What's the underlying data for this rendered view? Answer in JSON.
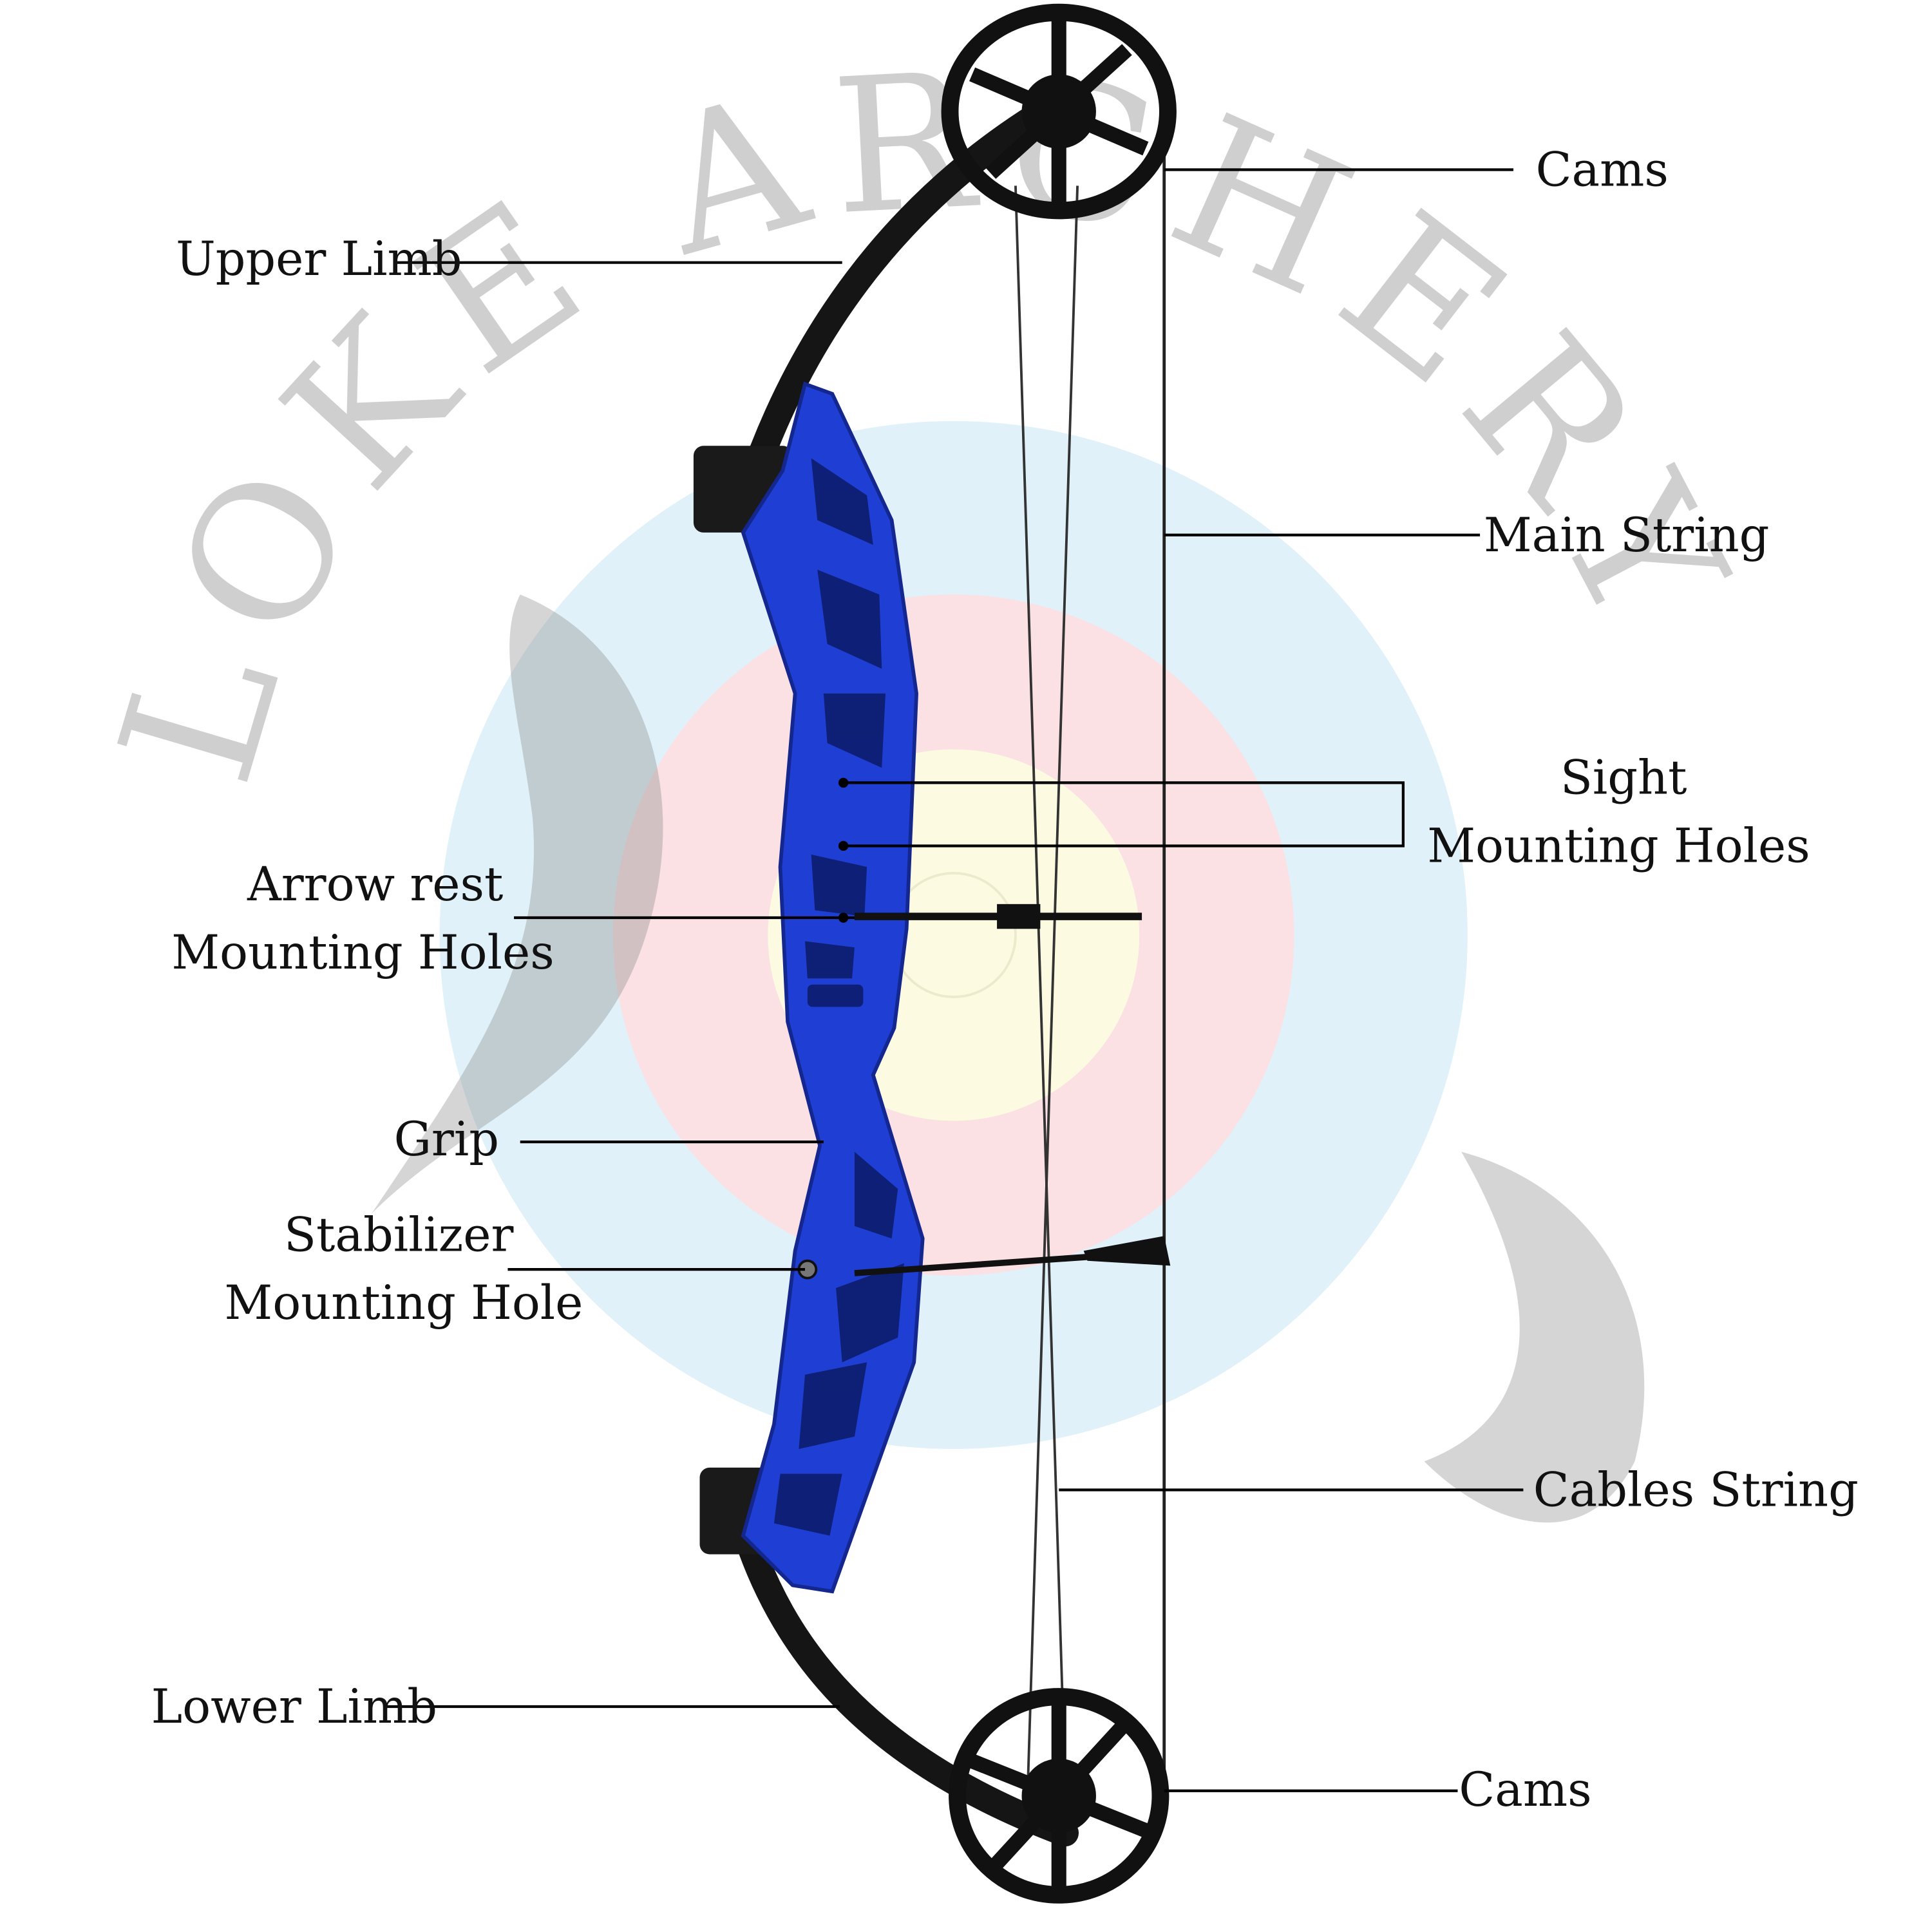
{
  "watermark": "LOKE ARCHERY",
  "labels": {
    "cams_top": "Cams",
    "upper_limb": "Upper Limb",
    "main_string": "Main String",
    "sight_line1": "Sight",
    "sight_line2": "Mounting Holes",
    "arrow_rest_line1": "Arrow rest",
    "arrow_rest_line2": "Mounting Holes",
    "grip": "Grip",
    "stabilizer_line1": "Stabilizer",
    "stabilizer_line2": "Mounting Hole",
    "cables_string": "Cables String",
    "lower_limb": "Lower Limb",
    "cams_bottom": "Cams"
  },
  "colors": {
    "riser": "#1f3fd4",
    "target_blue": "#e0f1f9",
    "target_red": "#fbe1e4",
    "target_yellow": "#fcfbe2",
    "hardware": "#111111"
  }
}
